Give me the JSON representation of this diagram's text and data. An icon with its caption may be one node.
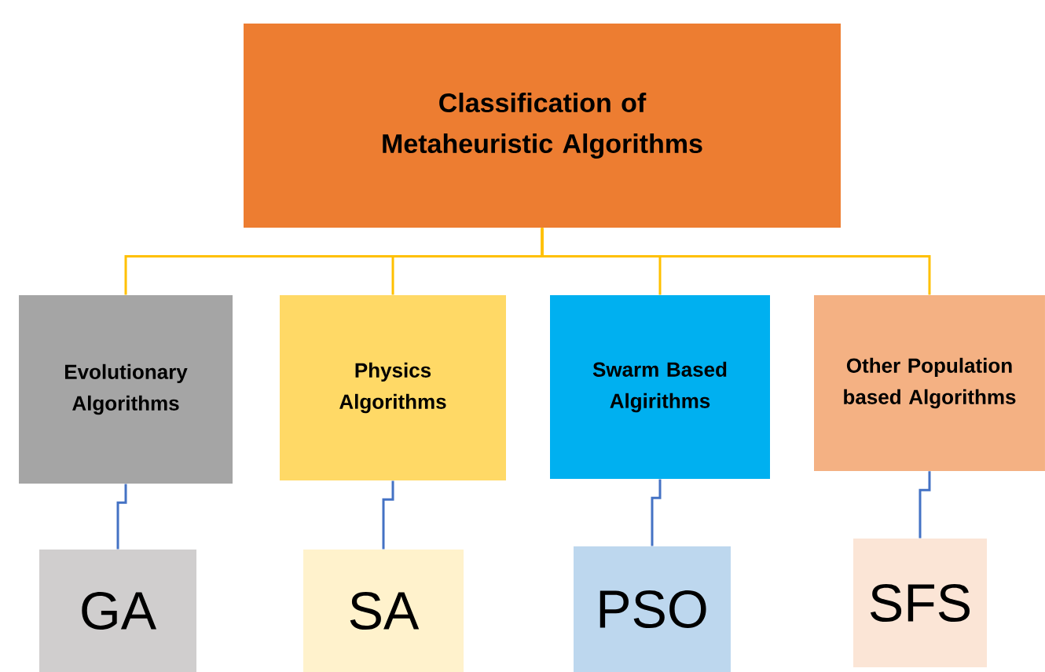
{
  "diagram": {
    "nodes": [
      {
        "text": [
          "Classification of Metaheuristic Algorithms"
        ]
      },
      {
        "text": [
          "Evolutionary Algorithms"
        ]
      },
      {
        "text": [
          "Physics Algorithms"
        ]
      },
      {
        "text": [
          "Swarm Based Algirithms"
        ]
      },
      {
        "text": [
          "Other Population based Algorithms"
        ]
      },
      {
        "text": [
          "GA"
        ]
      },
      {
        "text": [
          "SA"
        ]
      },
      {
        "text": [
          "PSO"
        ]
      },
      {
        "text": [
          "SFS"
        ]
      }
    ],
    "edges": [
      {
        "from": 0,
        "to": 1,
        "arrow": "none",
        "color": "#ffc000"
      },
      {
        "from": 0,
        "to": 2,
        "arrow": "none",
        "color": "#ffc000"
      },
      {
        "from": 0,
        "to": 3,
        "arrow": "none",
        "color": "#ffc000"
      },
      {
        "from": 0,
        "to": 4,
        "arrow": "none",
        "color": "#ffc000"
      },
      {
        "from": 1,
        "to": 5,
        "arrow": "none",
        "color": "#4472c4"
      },
      {
        "from": 2,
        "to": 6,
        "arrow": "none",
        "color": "#4472c4"
      },
      {
        "from": 3,
        "to": 7,
        "arrow": "none",
        "color": "#4472c4"
      },
      {
        "from": 4,
        "to": 8,
        "arrow": "none",
        "color": "#4472c4"
      }
    ]
  }
}
